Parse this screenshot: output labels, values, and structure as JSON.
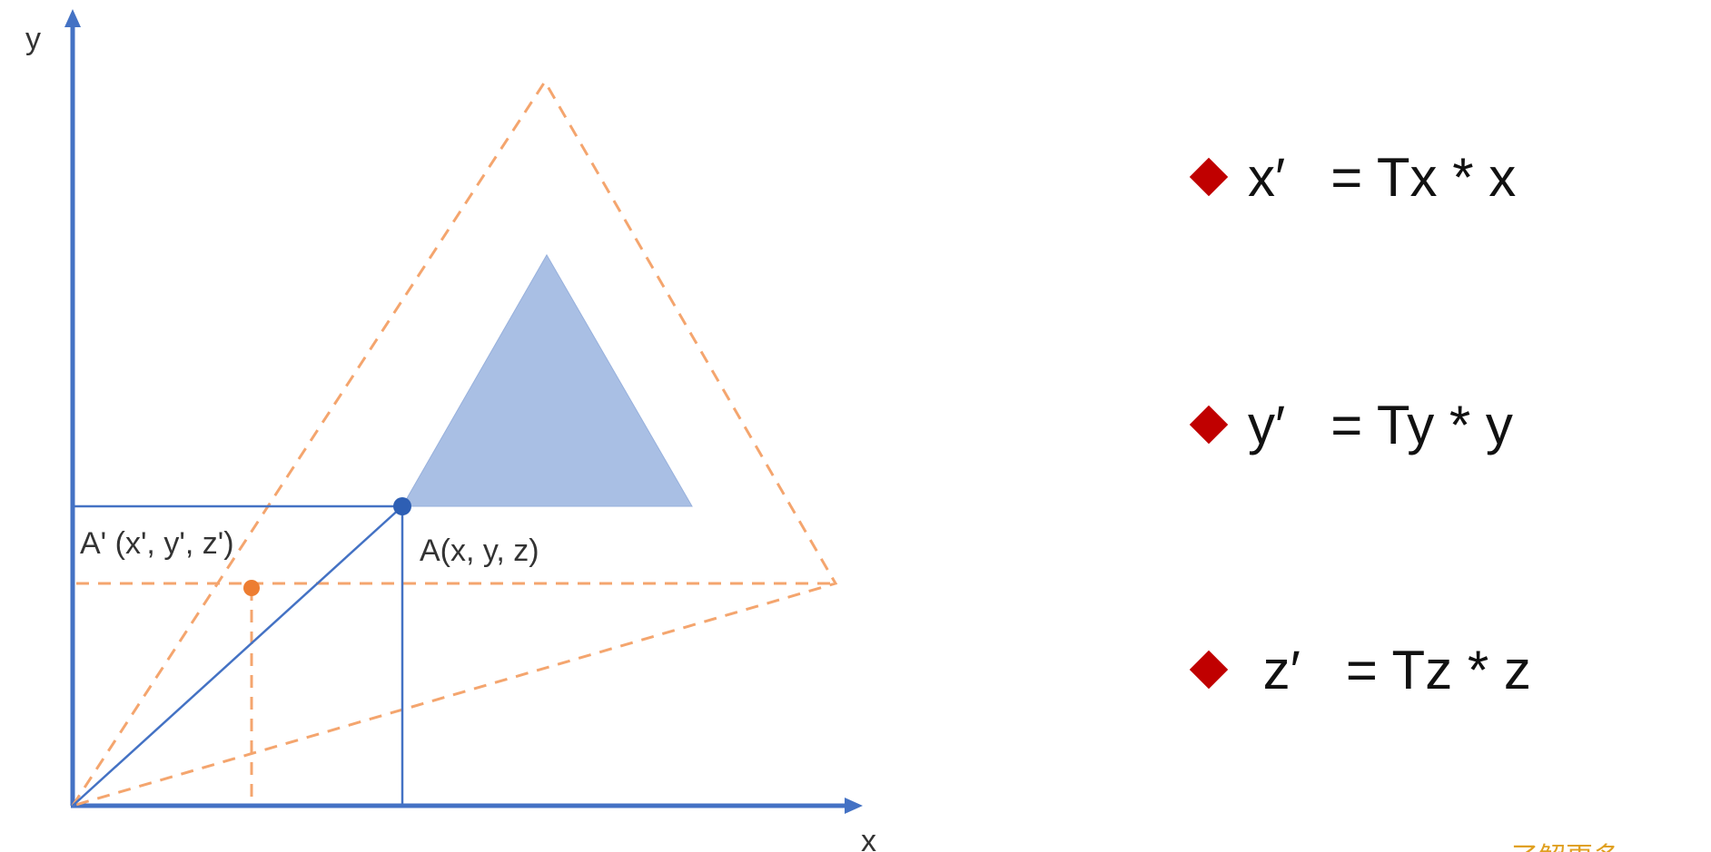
{
  "axes": {
    "x_label": "x",
    "y_label": "y"
  },
  "points": {
    "original_label": "A(x, y, z)",
    "scaled_label": "A' (x', y', z')"
  },
  "formulas": [
    {
      "id": "x",
      "text": "x′   = Tx * x"
    },
    {
      "id": "y",
      "text": "y′   = Ty * y"
    },
    {
      "id": "z",
      "text": " z′   = Tz * z"
    }
  ],
  "colors": {
    "axis": "#4472c4",
    "original_shape_fill": "#a9bfe4",
    "scaled_shape_stroke": "#f4a56e",
    "scaled_point": "#ed7d31",
    "original_point": "#2e5fb4",
    "bullet": "#c00000"
  },
  "watermark": {
    "text": "了解更多"
  }
}
